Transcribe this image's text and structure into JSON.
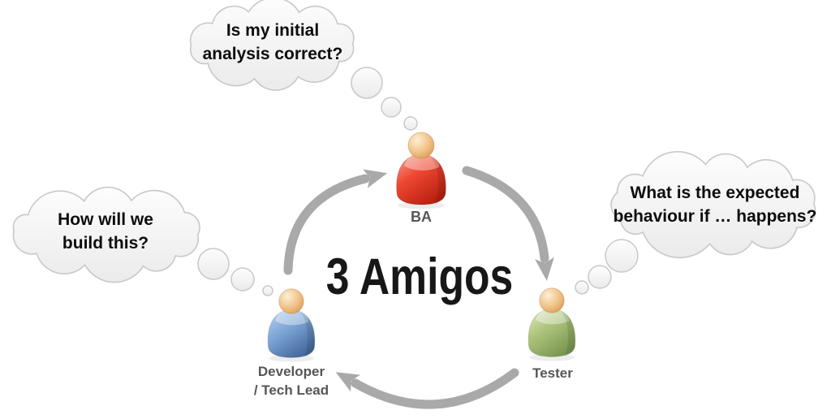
{
  "title": "3 Amigos",
  "thoughts": {
    "ba": {
      "lines": [
        "Is my initial",
        "analysis correct?"
      ]
    },
    "developer": {
      "lines": [
        "How will we",
        "build this?"
      ]
    },
    "tester": {
      "lines": [
        "What is the expected",
        "behaviour if … happens?"
      ]
    }
  },
  "roles": {
    "ba": {
      "label": "BA",
      "icon": "person-icon",
      "icon_color": "#ee4732"
    },
    "developer": {
      "label_line1": "Developer",
      "label_line2": "/ Tech Lead",
      "icon": "person-icon",
      "icon_color": "#7fa7d8"
    },
    "tester": {
      "label": "Tester",
      "icon": "person-icon",
      "icon_color": "#adc47c"
    }
  },
  "palette": {
    "arrow_gray": "#a9a9a9",
    "label_gray": "#565656",
    "title_color": "#171717",
    "thought_text": "#0d0d0d",
    "cloud_fill_top": "#fdfdfd",
    "cloud_fill_bottom": "#ebebeb",
    "cloud_stroke": "#c8c8c8",
    "head_light": "#fdf0d5",
    "head_mid": "#f0c287",
    "head_dark": "#d5964b",
    "red_light": "#f9a398",
    "red_mid": "#ee4732",
    "red_dark": "#b92110",
    "blue_light": "#bdd5ee",
    "blue_mid": "#7fa7d8",
    "blue_dark": "#44699a",
    "green_light": "#e3ecc9",
    "green_mid": "#adc47c",
    "green_dark": "#7b9650"
  }
}
